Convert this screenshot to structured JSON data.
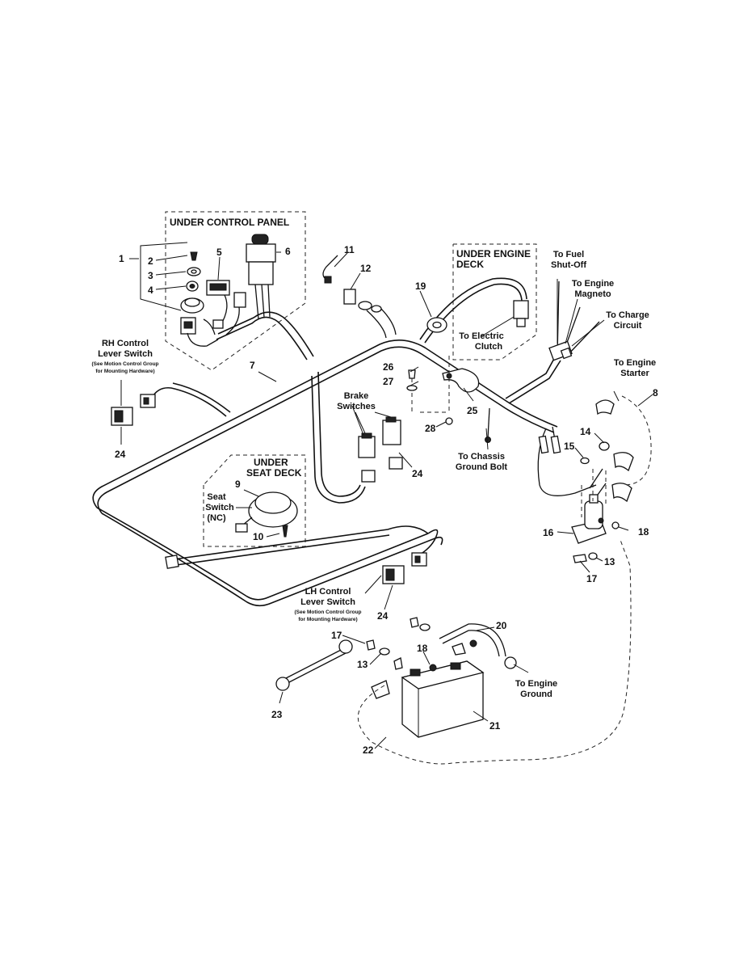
{
  "boxes": {
    "control_panel": "UNDER CONTROL PANEL",
    "engine_deck_1": "UNDER ENGINE",
    "engine_deck_2": "DECK",
    "seat_deck_1": "UNDER",
    "seat_deck_2": "SEAT DECK"
  },
  "parts": {
    "p1": "1",
    "p2": "2",
    "p3": "3",
    "p4": "4",
    "p5": "5",
    "p6": "6",
    "p7": "7",
    "p8": "8",
    "p9": "9",
    "p10": "10",
    "p11": "11",
    "p12": "12",
    "p13a": "13",
    "p13b": "13",
    "p14": "14",
    "p15": "15",
    "p16": "16",
    "p17a": "17",
    "p17b": "17",
    "p18a": "18",
    "p18b": "18",
    "p19": "19",
    "p20": "20",
    "p21": "21",
    "p22": "22",
    "p23": "23",
    "p24a": "24",
    "p24b": "24",
    "p24c": "24",
    "p25": "25",
    "p26": "26",
    "p27": "27",
    "p28": "28"
  },
  "captions": {
    "rh_1": "RH Control",
    "rh_2": "Lever Switch",
    "rh_3": "(See Motion Control Group",
    "rh_4": "for Mounting Hardware)",
    "lh_1": "LH Control",
    "lh_2": "Lever Switch",
    "lh_3": "(See Motion Control Group",
    "lh_4": "for Mounting Hardware)",
    "brake_1": "Brake",
    "brake_2": "Switches",
    "seat_1": "Seat",
    "seat_2": "Switch",
    "seat_3": "(NC)",
    "clutch_1": "To Electric",
    "clutch_2": "Clutch",
    "fuel_1": "To Fuel",
    "fuel_2": "Shut-Off",
    "magneto_1": "To Engine",
    "magneto_2": "Magneto",
    "charge_1": "To Charge",
    "charge_2": "Circuit",
    "starter_1": "To Engine",
    "starter_2": "Starter",
    "chassis_1": "To Chassis",
    "chassis_2": "Ground Bolt",
    "ground_1": "To Engine",
    "ground_2": "Ground"
  }
}
